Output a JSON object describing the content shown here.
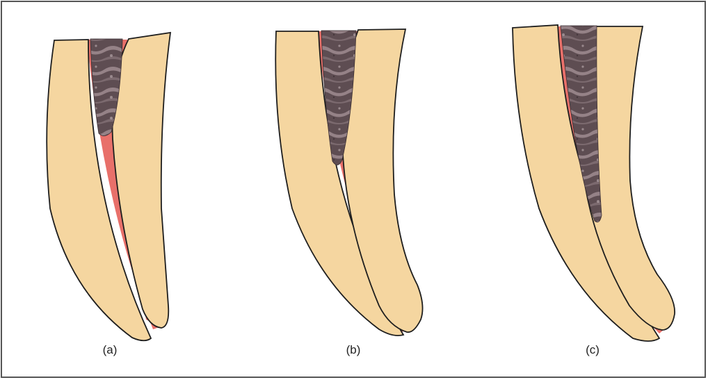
{
  "panels": [
    {
      "label": "(a)"
    },
    {
      "label": "(b)"
    },
    {
      "label": "(c)"
    }
  ],
  "colors": {
    "dentin": "#f5d6a0",
    "tissue": "#e8706a",
    "filling": "#5e4d52",
    "filling_light": "#a69498",
    "outline": "#1e1e1e",
    "frame": "#555555"
  }
}
